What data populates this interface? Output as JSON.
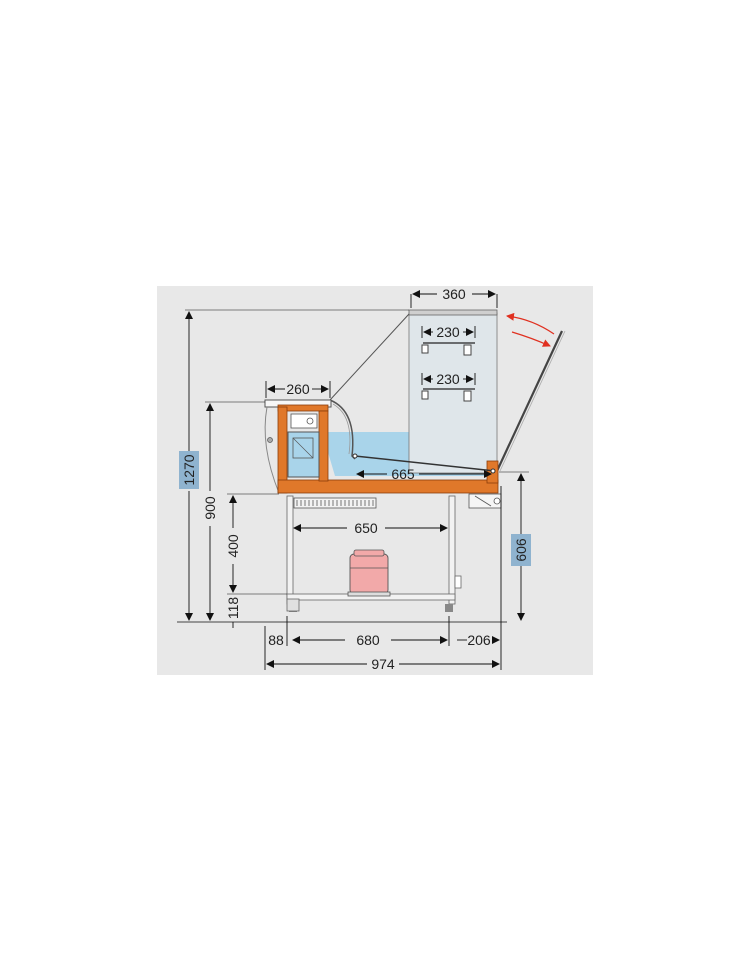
{
  "dimensions": {
    "top_width": "360",
    "shelf_upper": "230",
    "shelf_lower": "230",
    "service_top": "260",
    "tray": "665",
    "base_shelf": "650",
    "overall_height": "1270",
    "counter_height": "900",
    "cabinet_height": "400",
    "foot_height": "118",
    "side_height": "606",
    "left_offset": "88",
    "frame_width": "680",
    "right_offset": "206",
    "overall_depth": "974"
  },
  "colors": {
    "background": "#e8e8e8",
    "frame_orange": "#e0782a",
    "cold_zone": "#a9d4ea",
    "compressor": "#f2a9a9",
    "arrow_red": "#e03020",
    "highlight_box": "#8fb3cf"
  }
}
